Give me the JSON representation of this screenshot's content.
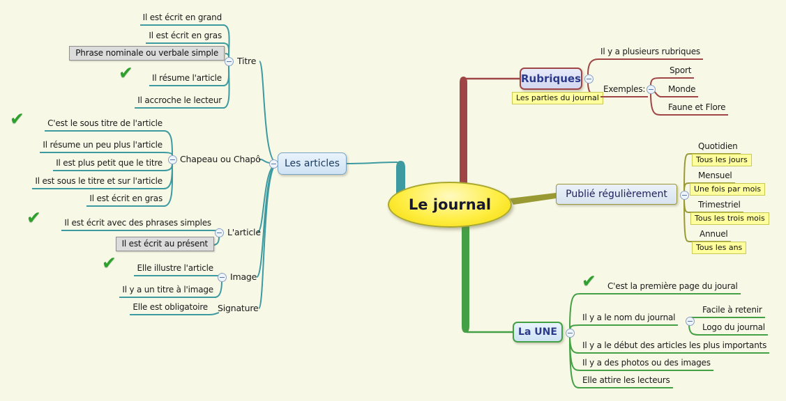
{
  "colors": {
    "background": "#f8f8e6",
    "branch_articles": "#3d9aa0",
    "branch_rubriques": "#a04545",
    "branch_publie": "#9a9a35",
    "branch_une": "#44a044",
    "highlight_yellow": "#ffff9e",
    "highlight_gray": "#dcdcdc"
  },
  "icons": {
    "collapse_glyph": "−",
    "check_glyph": "✔"
  },
  "center": {
    "label": "Le journal"
  },
  "articles": {
    "label": "Les articles",
    "titre": {
      "label": "Titre",
      "items": [
        "Il est écrit en grand",
        "Il est écrit en gras",
        "Phrase nominale ou verbale simple",
        "Il résume l'article",
        "Il accroche le lecteur"
      ]
    },
    "chapeau": {
      "label": "Chapeau ou Chapô",
      "items": [
        "C'est le sous titre de l'article",
        "Il résume un peu plus l'article",
        "Il est plus petit que le titre",
        "Il est sous le titre et sur l'article",
        "Il est écrit en gras"
      ]
    },
    "larticle": {
      "label": "L'article",
      "items": [
        "Il est écrit avec des phrases simples",
        "Il est écrit au présent"
      ]
    },
    "image": {
      "label": "Image",
      "items": [
        "Elle illustre l'article",
        "Il y a un titre à l'image"
      ]
    },
    "signature": {
      "label": "Signature",
      "items": [
        "Elle est obligatoire"
      ]
    }
  },
  "rubriques": {
    "label": "Rubriques",
    "note": "Les parties du journal",
    "item": "Il y a plusieurs rubriques",
    "exemples": {
      "label": "Exemples:",
      "items": [
        "Sport",
        "Monde",
        "Faune et Flore"
      ]
    }
  },
  "publie": {
    "label": "Publié régulièrement",
    "items": [
      {
        "term": "Quotidien",
        "note": "Tous les jours"
      },
      {
        "term": "Mensuel",
        "note": "Une fois par mois"
      },
      {
        "term": "Trimestriel",
        "note": "Tous les trois mois"
      },
      {
        "term": "Annuel",
        "note": "Tous les ans"
      }
    ]
  },
  "une": {
    "label": "La UNE",
    "items": [
      "C'est la première page du joural",
      "Il y a le nom du journal",
      "Il y a le début des articles les plus importants",
      "Il y a des photos ou des images",
      "Elle attire les lecteurs"
    ],
    "nom_children": [
      "Facile à retenir",
      "Logo du journal"
    ]
  }
}
